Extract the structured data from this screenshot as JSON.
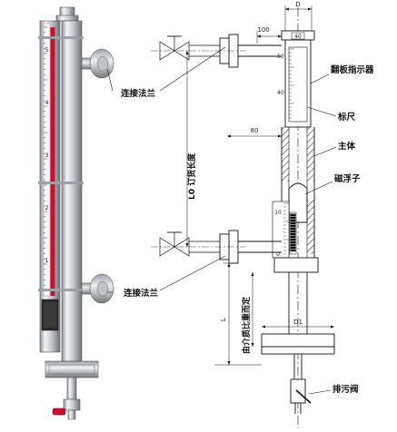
{
  "labels": {
    "flap_indicator": "翻板指示器",
    "scale": "标尺",
    "main_body": "主体",
    "magnetic_float": "磁浮子",
    "flange_upper": "连接法兰",
    "flange_lower": "连接法兰",
    "drain_valve": "排污阀"
  },
  "dimensions": {
    "D": "D",
    "d100": "100",
    "d80": "80",
    "D1": "D1",
    "L": "L",
    "L0": "L0 订货长度",
    "L1_note": "由介质比重而定"
  },
  "scale_ticks": {
    "upper": [
      "50",
      "40"
    ],
    "lower": [
      "10",
      "0"
    ],
    "badge": "40"
  },
  "photo_scale_digits": [
    "5",
    "4",
    "3",
    "2",
    "1"
  ],
  "colors": {
    "flap_red": "#c8102e",
    "steel_light": "#e6e8ea",
    "steel_dark": "#7d8287",
    "line": "#111111"
  }
}
